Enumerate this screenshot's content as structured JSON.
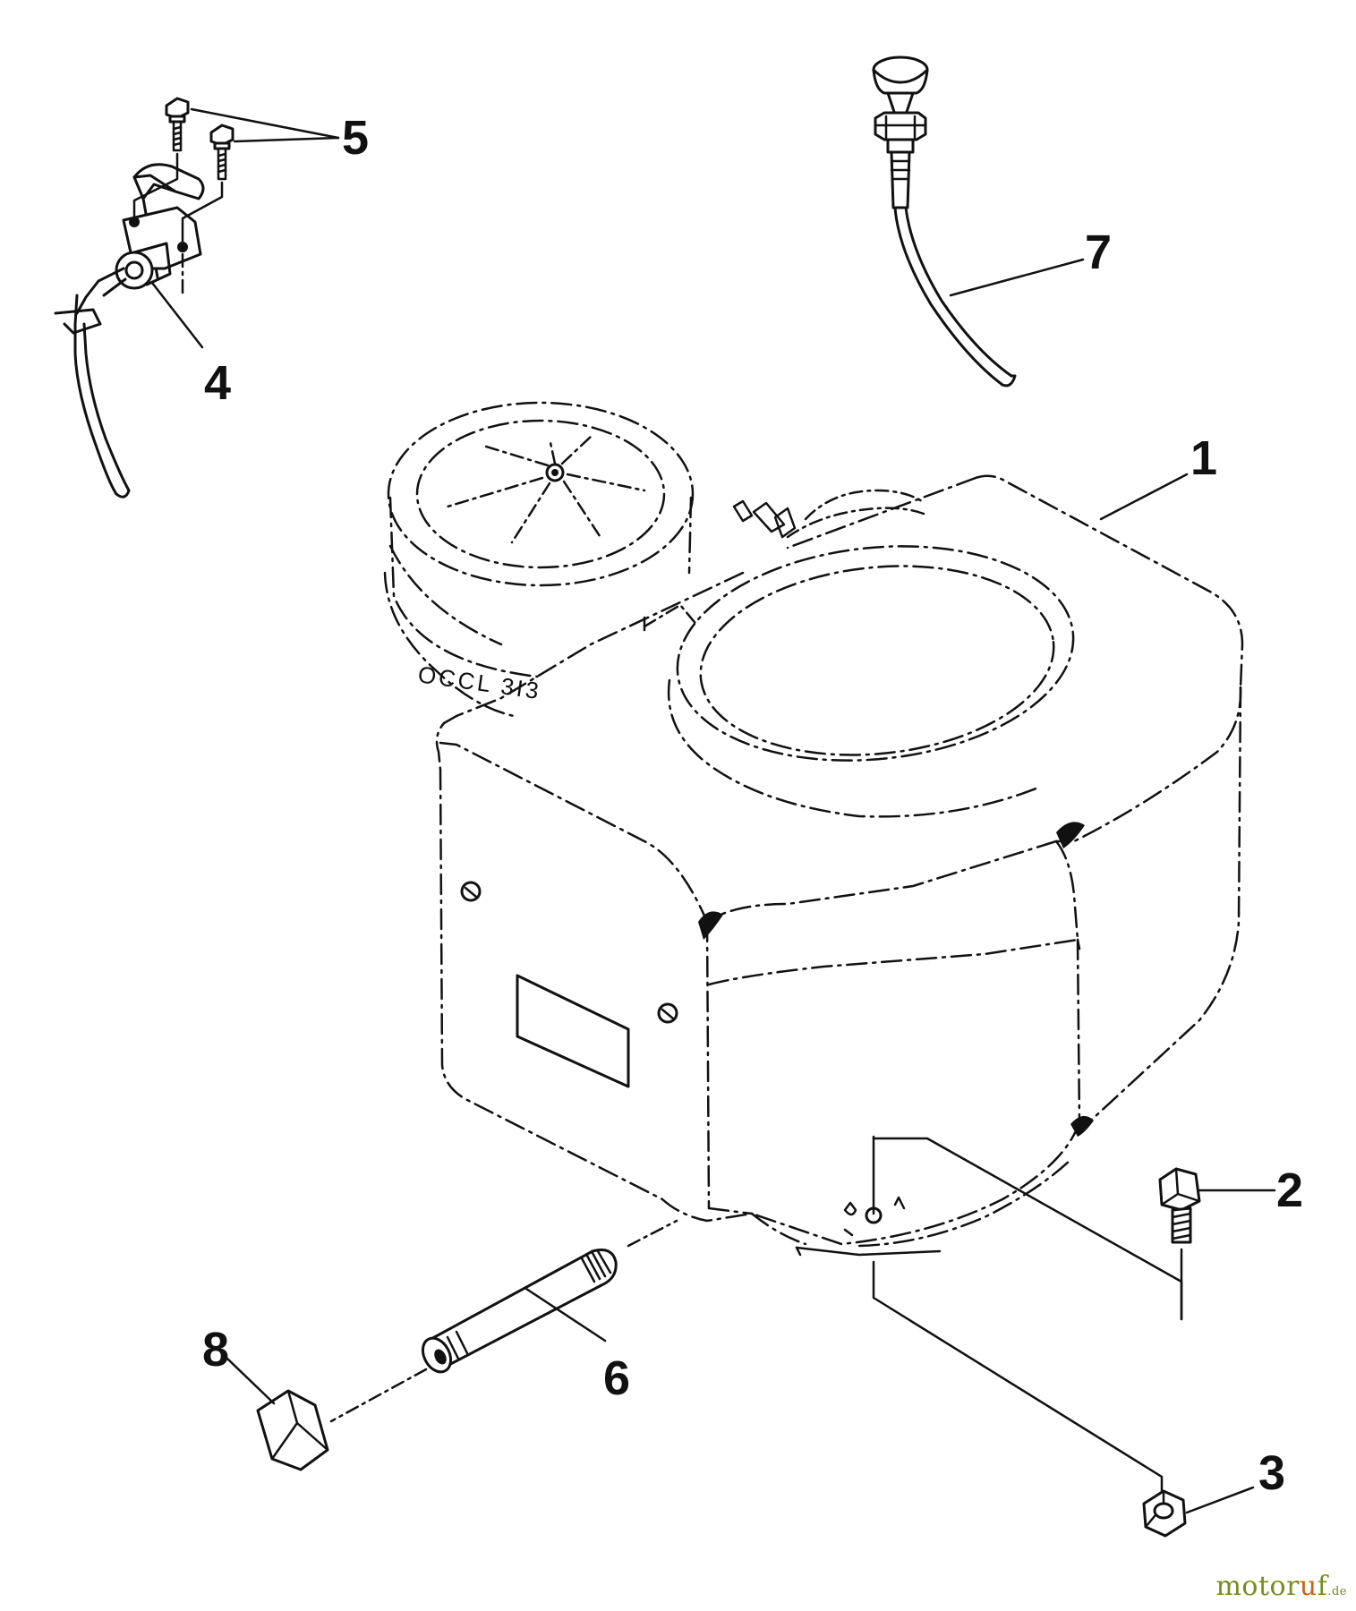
{
  "callouts": {
    "c1": "1",
    "c2": "2",
    "c3": "3",
    "c4": "4",
    "c5": "5",
    "c6": "6",
    "c7": "7",
    "c8": "8"
  },
  "engine_decal": "OCCL 3I3",
  "watermark": {
    "prefix": "motor",
    "accent": "u",
    "suffix": "f",
    "tld": ".de"
  },
  "colors": {
    "line": "#111111",
    "background": "#ffffff",
    "watermark_green": "#7a8a1e",
    "watermark_orange": "#c86414"
  }
}
